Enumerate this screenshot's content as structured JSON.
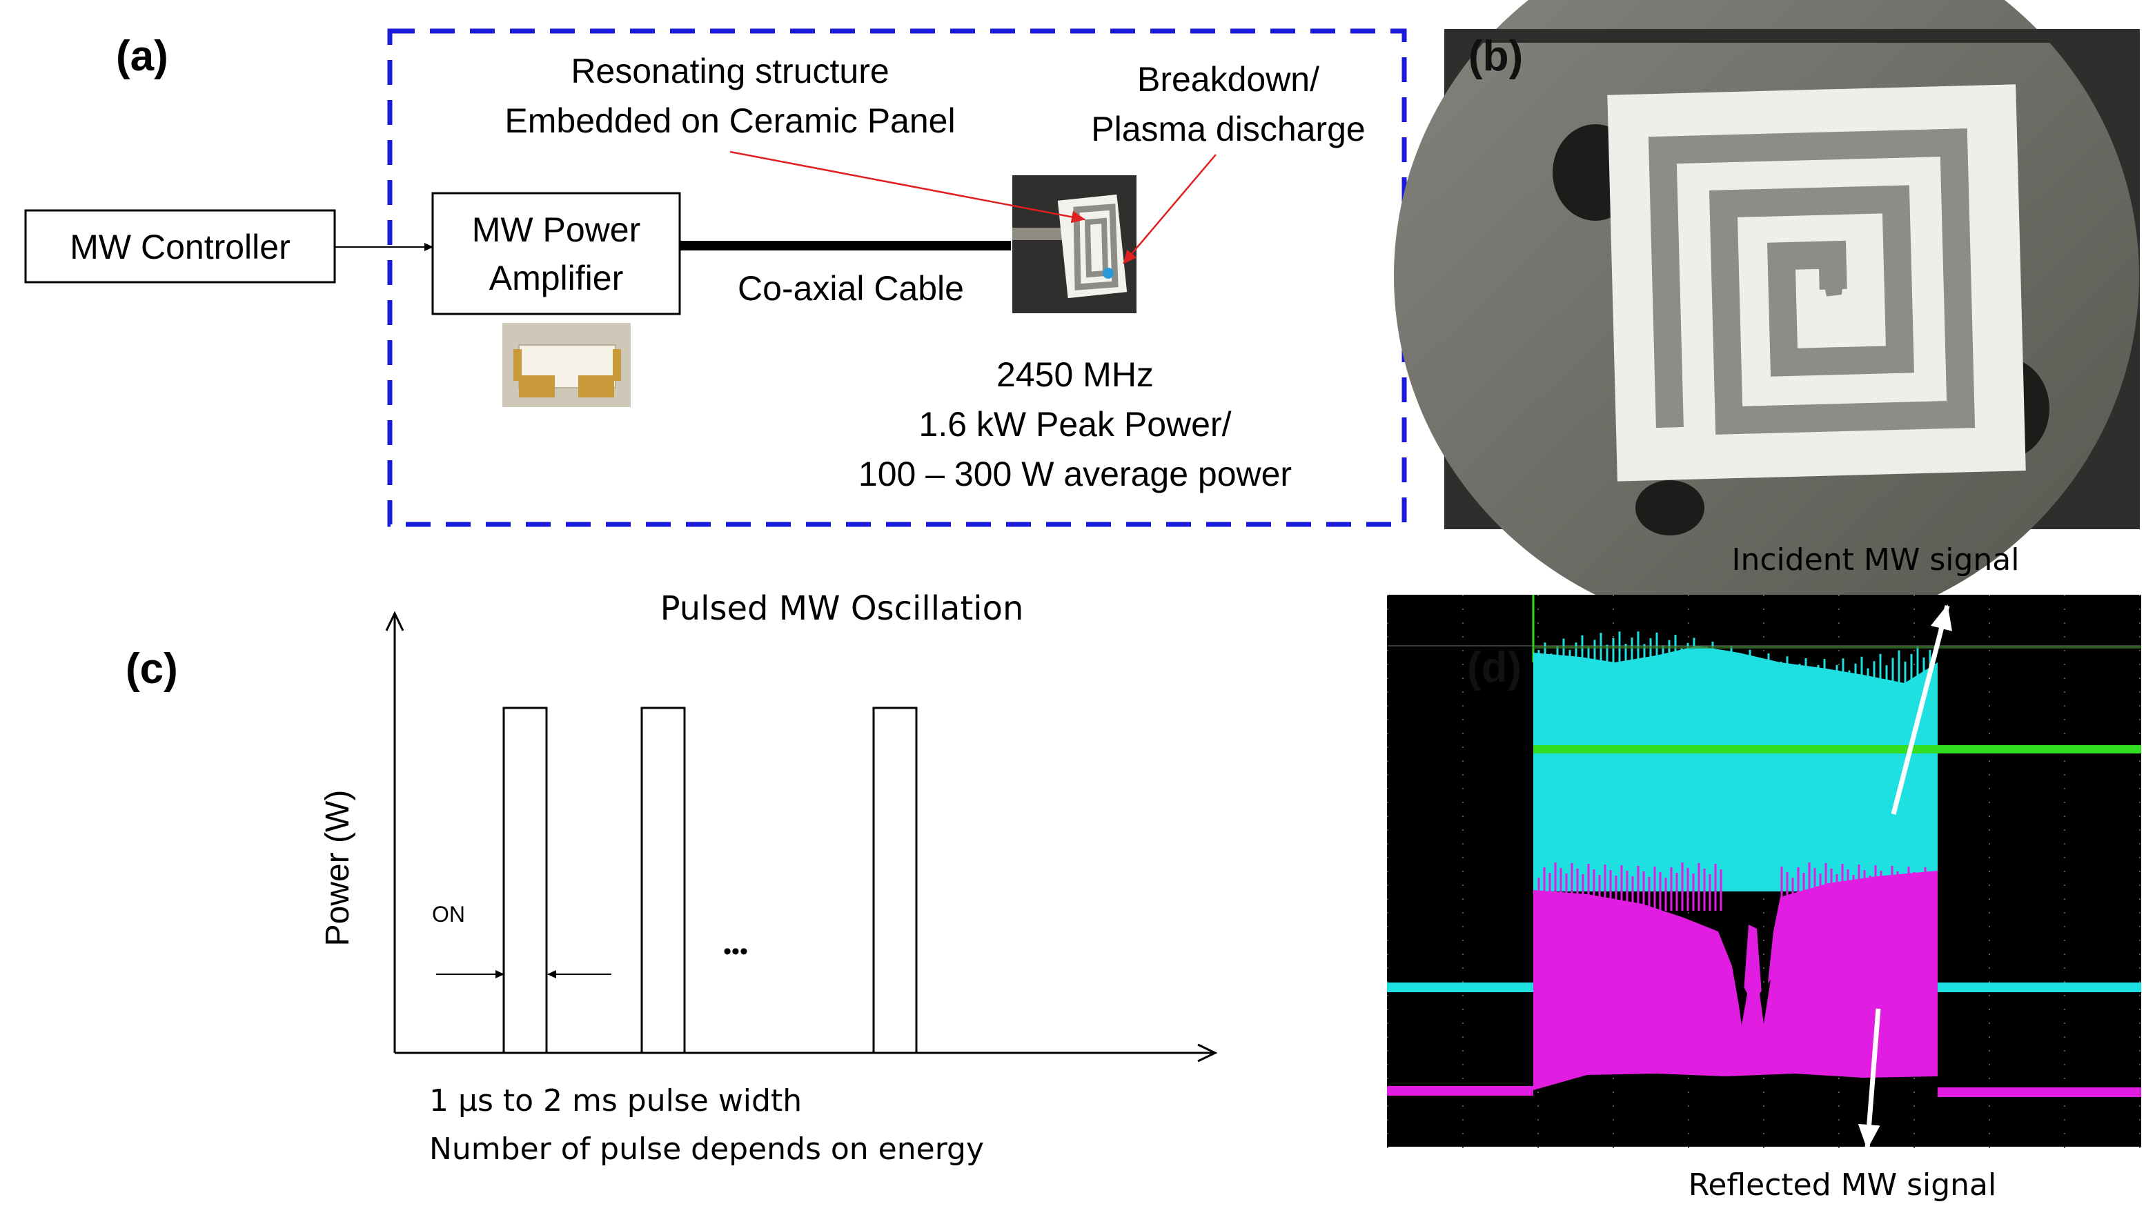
{
  "panel_a": {
    "label": "(a)",
    "controller": "MW Controller",
    "amplifier_line1": "MW Power",
    "amplifier_line2": "Amplifier",
    "cable": "Co-axial Cable",
    "resonator_line1": "Resonating structure",
    "resonator_line2": "Embedded on Ceramic Panel",
    "breakdown_line1": "Breakdown/",
    "breakdown_line2": "Plasma discharge",
    "spec_line1": "2450 MHz",
    "spec_line2": "1.6 kW Peak Power/",
    "spec_line3": "100 – 300 W average power",
    "colors": {
      "dashed_box": "#1a1adc",
      "pointer_arrows": "#e02020",
      "blue_spot": "#2a9bd8"
    }
  },
  "panel_b": {
    "label": "(b)",
    "colors": {
      "background": "#2e2e2c",
      "flange": "#66655f",
      "ceramic": "#f0eeea",
      "metal": "#8e8c86"
    }
  },
  "panel_c": {
    "label": "(c)",
    "title": "Pulsed MW Oscillation",
    "ylabel": "Power (W)",
    "on_label": "ON",
    "ellipsis": "•••",
    "caption_line1": "1 µs to 2 ms pulse width",
    "caption_line2": "Number of pulse depends on energy"
  },
  "panel_d": {
    "label": "(d)",
    "incident": "Incident MW signal",
    "reflected": "Reflected MW signal",
    "colors": {
      "screen": "#000000",
      "cyan": "#1fe0e0",
      "magenta": "#e01de0",
      "green": "#33dd22"
    }
  }
}
